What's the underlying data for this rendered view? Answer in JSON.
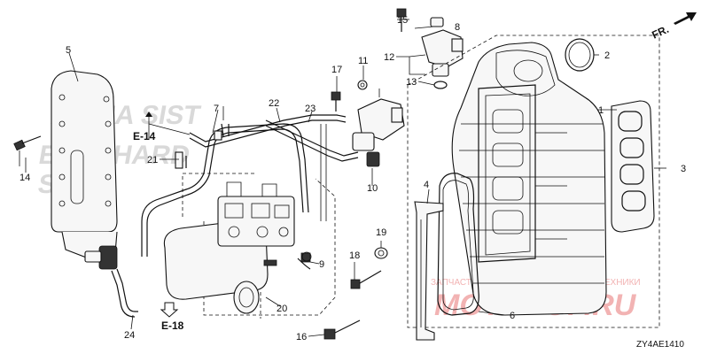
{
  "callouts": {
    "n1": "1",
    "n2": "2",
    "n3": "3",
    "n4": "4",
    "n5": "5",
    "n6": "6",
    "n7": "7",
    "n8": "8",
    "n9": "9",
    "n10": "10",
    "n11": "11",
    "n12": "12",
    "n13": "13",
    "n14": "14",
    "n15": "15",
    "n16": "16",
    "n17": "17",
    "n18": "18",
    "n19": "19",
    "n20": "20",
    "n21": "21",
    "n22": "22",
    "n23": "23",
    "n24": "24"
  },
  "refs": {
    "e14": "E-14",
    "e18": "E-18",
    "fr": "FR."
  },
  "diagram_code": "ZY4AE1410",
  "watermark": {
    "line1": "ЗАПЧАСТИ И АКСЕССУАРЫ ДЛЯ МОТОТЕХНИКИ",
    "line2": "MOTOPOP.RU"
  }
}
